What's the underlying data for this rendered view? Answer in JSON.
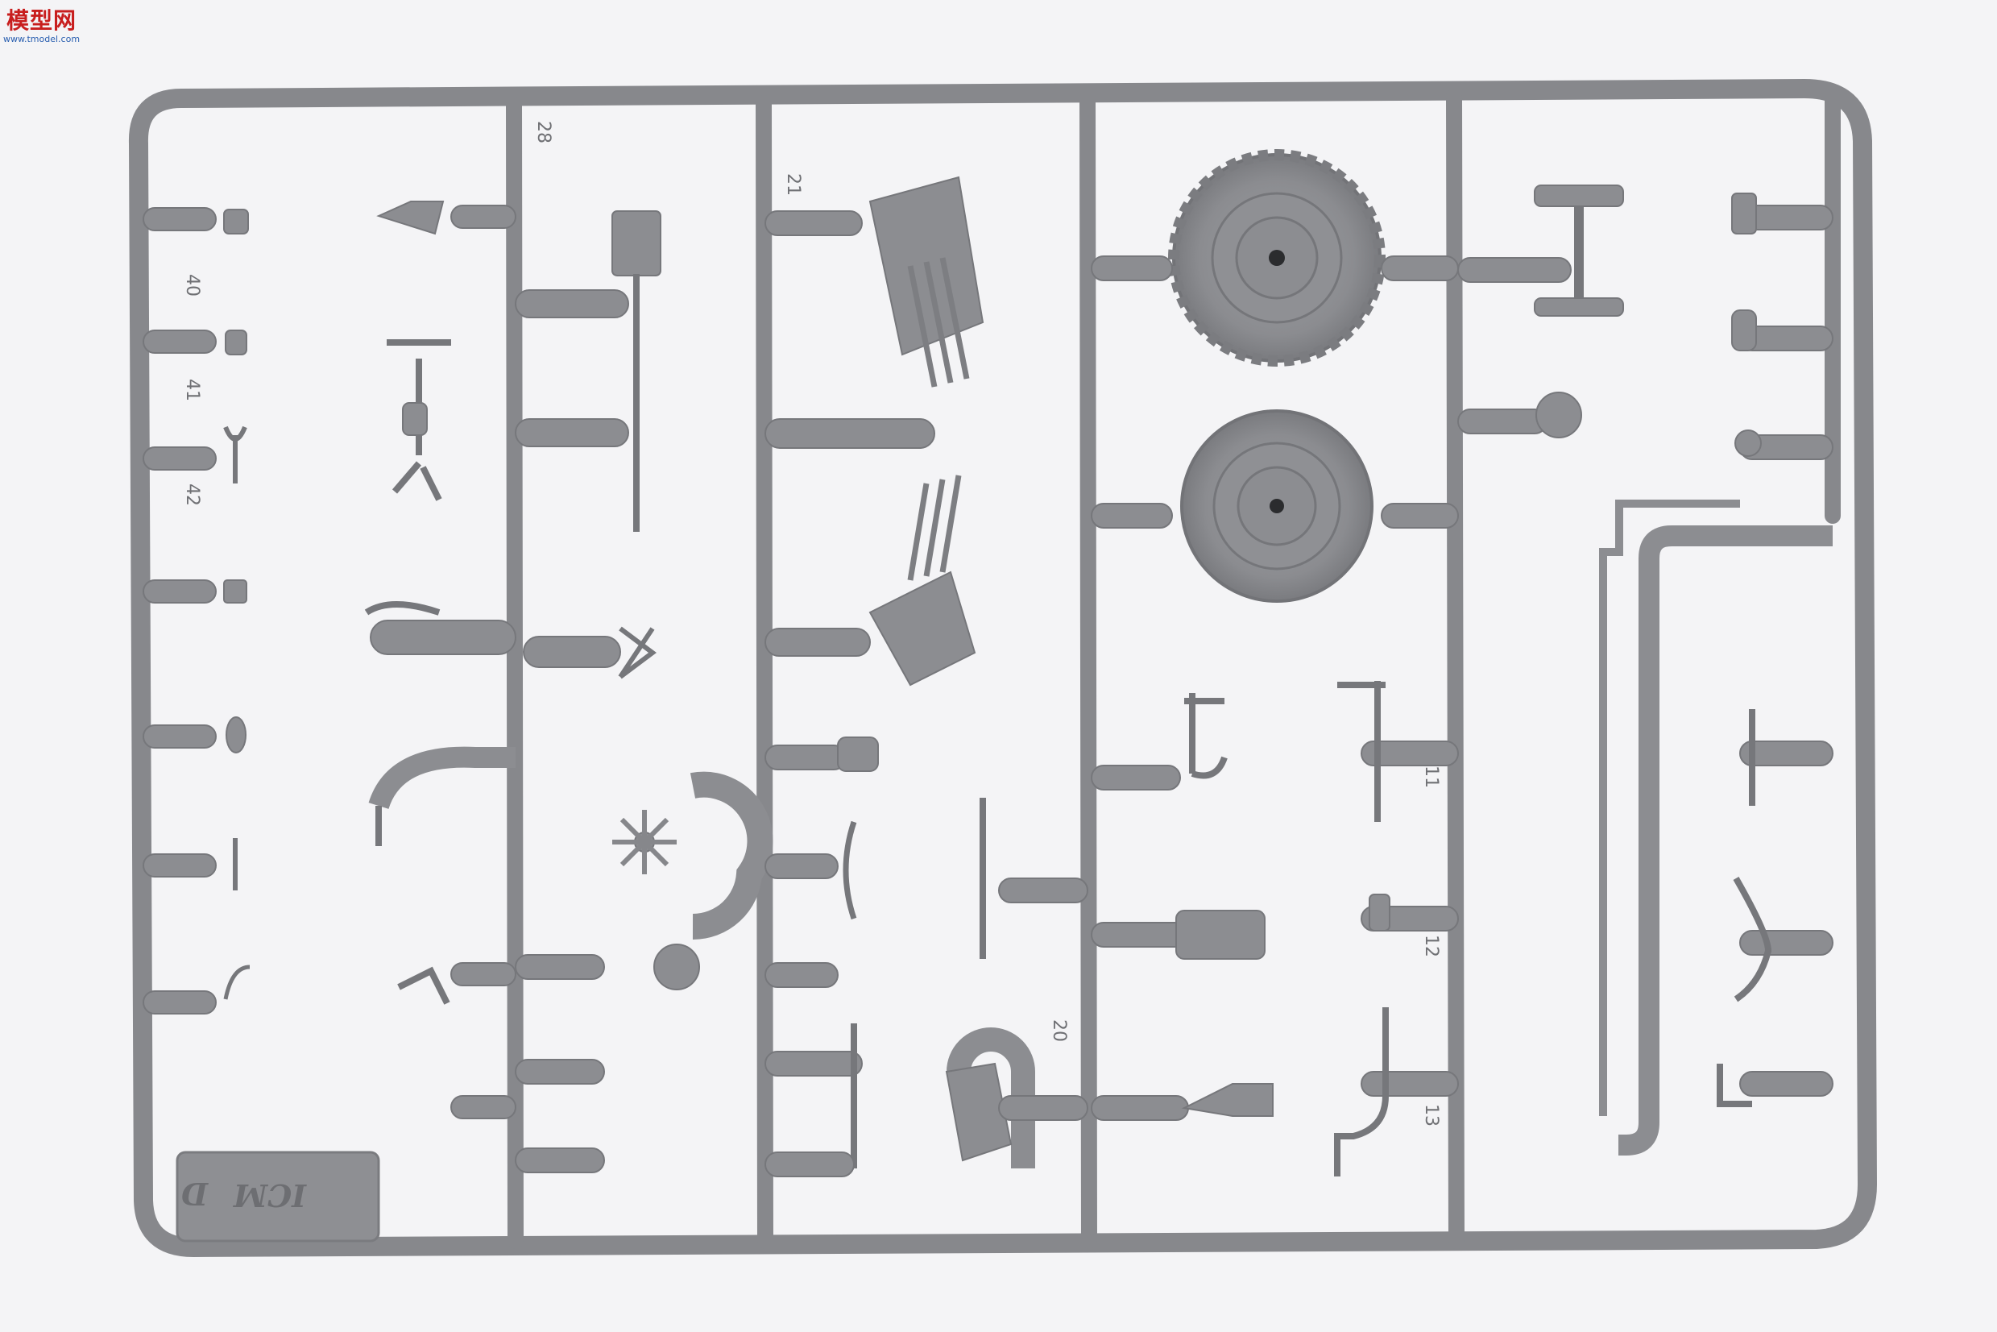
{
  "watermark": {
    "text": "模型网",
    "sub": "www.tmodel.com"
  },
  "sprue": {
    "logo": "ICM",
    "letter": "D",
    "part_numbers": [
      "40",
      "41",
      "42",
      "28",
      "21",
      "11",
      "12",
      "13",
      "20"
    ],
    "color": "#8c8d91",
    "background": "#f4f4f6"
  }
}
